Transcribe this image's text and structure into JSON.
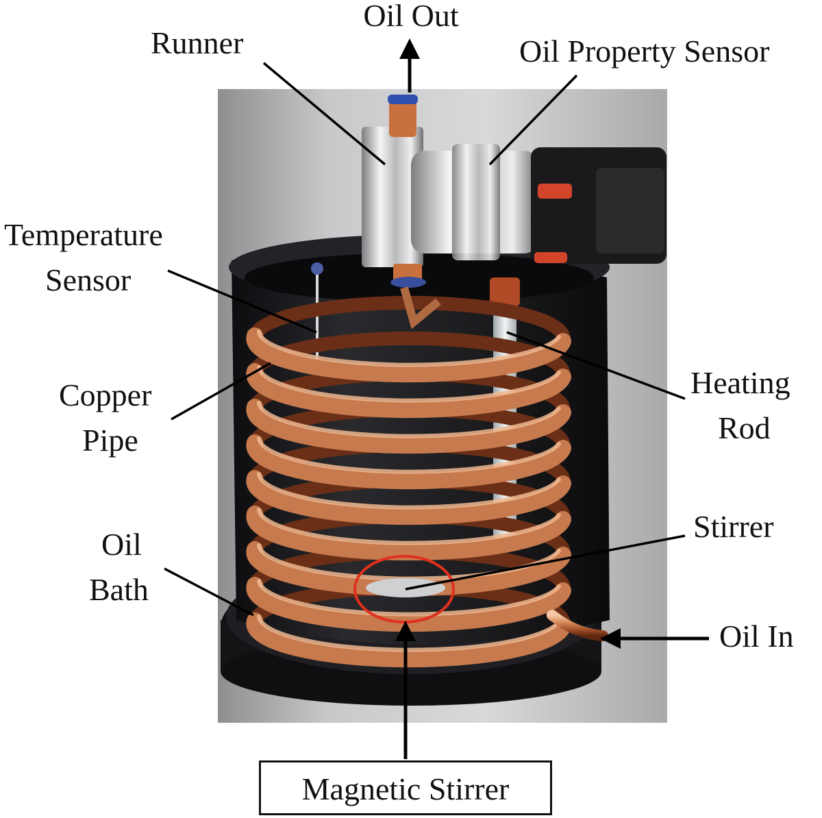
{
  "labels": {
    "oil_out": "Oil Out",
    "runner": "Runner",
    "oil_property_sensor": "Oil Property Sensor",
    "temperature_sensor_1": "Temperature",
    "temperature_sensor_2": "Sensor",
    "copper_pipe_1": "Copper",
    "copper_pipe_2": "Pipe",
    "heating_rod_1": "Heating",
    "heating_rod_2": "Rod",
    "stirrer": "Stirrer",
    "oil_bath_1": "Oil",
    "oil_bath_2": "Bath",
    "oil_in": "Oil In",
    "magnetic_stirrer": "Magnetic Stirrer"
  },
  "colors": {
    "copper": "#c77a4e",
    "copper_light": "#f0b890",
    "copper_dark": "#6b2f17",
    "vessel": "#1c1c1f",
    "backdrop": "#b9b9bb",
    "highlight_circle": "#e0301e",
    "arrow": "#000000"
  }
}
